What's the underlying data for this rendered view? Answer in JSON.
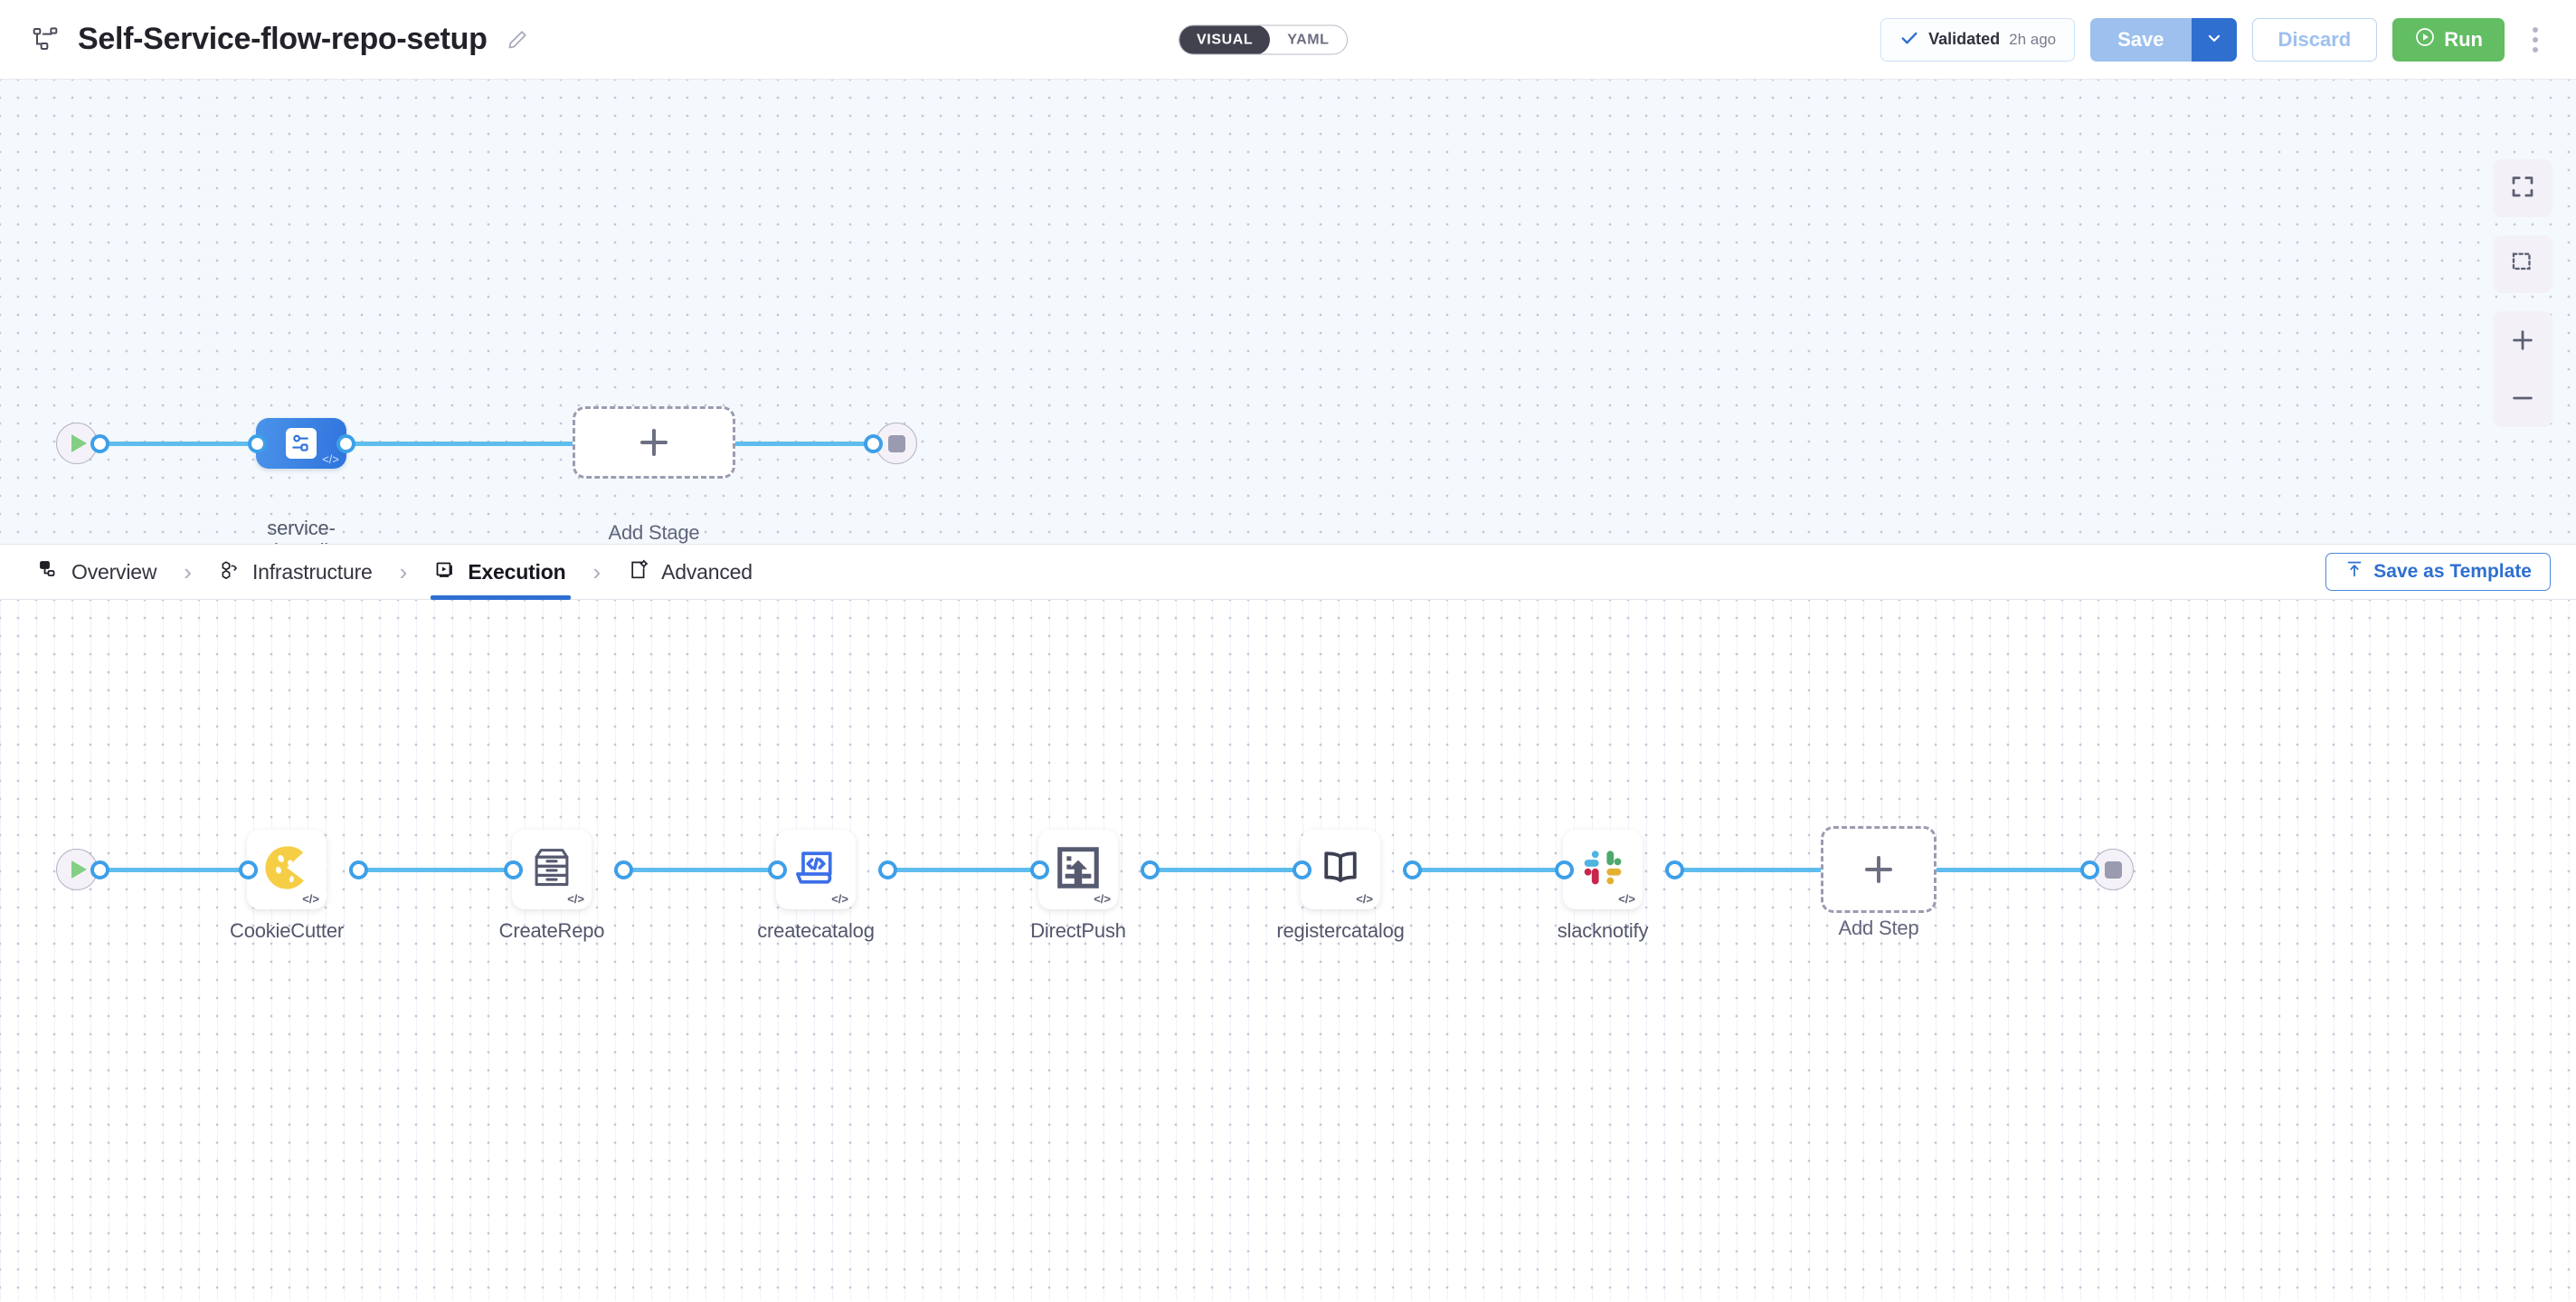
{
  "header": {
    "pipeline_icon": "pipeline-nodes-icon",
    "title": "Self-Service-flow-repo-setup",
    "edit_icon": "pencil-icon",
    "mode_toggle": {
      "options": [
        "VISUAL",
        "YAML"
      ],
      "selected": "VISUAL"
    },
    "validated": {
      "icon": "check-icon",
      "label": "Validated",
      "time": "2h ago"
    },
    "save_label": "Save",
    "save_caret_icon": "chevron-down-icon",
    "discard_label": "Discard",
    "run_label": "Run",
    "run_icon": "play-circle-icon",
    "more_icon": "kebab-menu-icon"
  },
  "stage_canvas": {
    "start_node": {
      "icon": "play-icon",
      "name": "start-node"
    },
    "end_node": {
      "icon": "stop-icon",
      "name": "end-node"
    },
    "stage": {
      "label": "service-onboarding",
      "label_lines": [
        "service-",
        "onboarding"
      ],
      "icon": "deploy-stage-icon",
      "badge": "</>"
    },
    "add_stage": {
      "label": "Add Stage",
      "icon": "plus-icon"
    },
    "controls": [
      {
        "name": "fit-to-screen-button",
        "icon": "expand-corners-icon"
      },
      {
        "name": "marquee-select-button",
        "icon": "dashed-select-icon"
      },
      {
        "name": "zoom-in-button",
        "icon": "plus-icon"
      },
      {
        "name": "zoom-out-button",
        "icon": "minus-icon"
      }
    ]
  },
  "tabs": {
    "items": [
      {
        "label": "Overview",
        "icon": "overview-icon",
        "active": false
      },
      {
        "label": "Infrastructure",
        "icon": "infrastructure-icon",
        "active": false
      },
      {
        "label": "Execution",
        "icon": "execution-icon",
        "active": true
      },
      {
        "label": "Advanced",
        "icon": "advanced-icon",
        "active": false
      }
    ],
    "separator": "›",
    "save_as_template": {
      "label": "Save as Template",
      "icon": "upload-template-icon"
    }
  },
  "exec_canvas": {
    "start_node": {
      "icon": "play-icon",
      "name": "start-node"
    },
    "end_node": {
      "icon": "stop-icon",
      "name": "end-node"
    },
    "badge": "</>",
    "steps": [
      {
        "label": "CookieCutter",
        "icon": "cookie-icon",
        "badge": "</>"
      },
      {
        "label": "CreateRepo",
        "icon": "repository-icon",
        "badge": "</>"
      },
      {
        "label": "createcatalog",
        "icon": "laptop-code-icon",
        "badge": "</>"
      },
      {
        "label": "DirectPush",
        "icon": "upload-push-icon",
        "badge": "</>"
      },
      {
        "label": "registercatalog",
        "icon": "open-book-icon",
        "badge": "</>"
      },
      {
        "label": "slacknotify",
        "icon": "slack-icon",
        "badge": "</>"
      }
    ],
    "add_step": {
      "label": "Add Step",
      "icon": "plus-icon"
    }
  },
  "colors": {
    "accent_blue": "#2f6fd0",
    "stage_blue": "#4a93e9",
    "run_green": "#62bd63",
    "edge_blue": "#5fbdee",
    "canvas_top_bg": "#f3f9fc",
    "canvas_bottom_bg": "#ffffff"
  }
}
